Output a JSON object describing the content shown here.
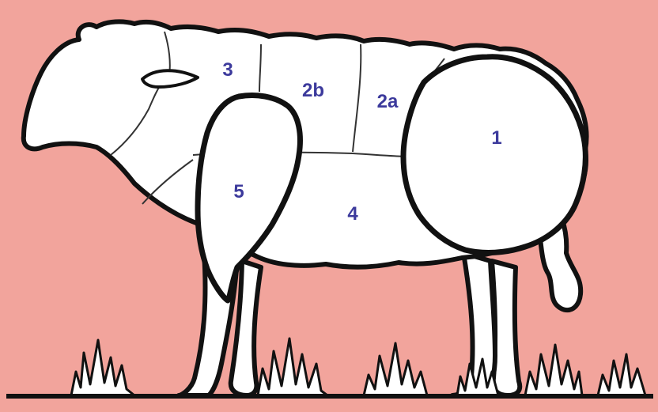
{
  "colors": {
    "background": "#f2a49c",
    "body_fill": "#ffffff",
    "outline": "#111111",
    "label": "#3c3a9c",
    "ground": "#111111"
  },
  "regions": [
    {
      "id": "1",
      "label": "1"
    },
    {
      "id": "2a",
      "label": "2a"
    },
    {
      "id": "2b",
      "label": "2b"
    },
    {
      "id": "3",
      "label": "3"
    },
    {
      "id": "4",
      "label": "4"
    },
    {
      "id": "5",
      "label": "5"
    }
  ],
  "icons": [
    "sheep-icon",
    "grass-tuft-icon"
  ]
}
